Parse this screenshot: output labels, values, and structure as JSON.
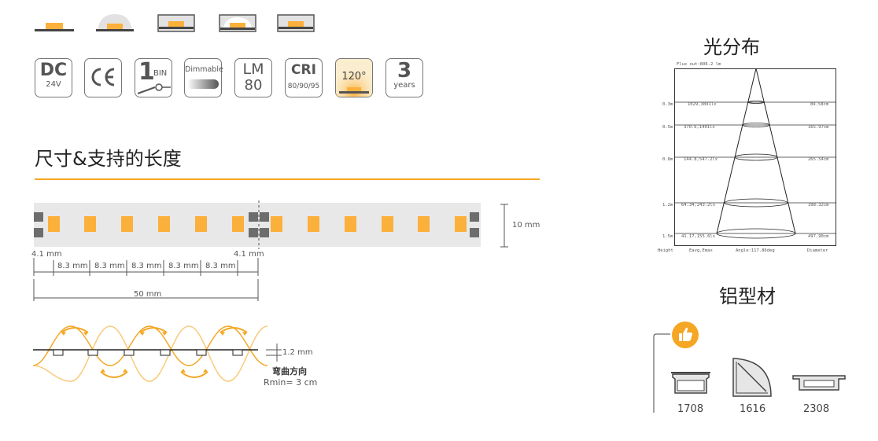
{
  "badges": {
    "dc": {
      "big": "DC",
      "small": "24V"
    },
    "bin": {
      "big": "1",
      "small": "BIN"
    },
    "dimmable": {
      "label": "Dimmable"
    },
    "lm": {
      "big": "LM",
      "value": "80"
    },
    "cri": {
      "big": "CRI",
      "small": "80/90/95"
    },
    "angle": {
      "label": "120°"
    },
    "years": {
      "big": "3",
      "small": "years"
    }
  },
  "dimensions": {
    "title": "尺寸&支持的长度",
    "left_margin": "4.1 mm",
    "right_margin": "4.1 mm",
    "pitch": [
      "8.3 mm",
      "8.3 mm",
      "8.3 mm",
      "8.3 mm",
      "8.3 mm"
    ],
    "cut_length": "50 mm",
    "width": "10 mm",
    "thickness": "1.2 mm",
    "bend_direction": "弯曲方向",
    "rmin": "Rmin= 3 cm"
  },
  "light_distribution": {
    "title": "光分布",
    "flux": "Flux out:806.2 lm",
    "rows": [
      {
        "height": "0.3m",
        "lux": "1029,3891lx",
        "diameter": "89.58cm"
      },
      {
        "height": "0.5m",
        "lux": "370.6,1401lx",
        "diameter": "165.97cm"
      },
      {
        "height": "0.8m",
        "lux": "144.8,547.2lx",
        "diameter": "265.54cm"
      },
      {
        "height": "1.2m",
        "lux": "64.34,243.2lx",
        "diameter": "398.32cm"
      },
      {
        "height": "1.5m",
        "lux": "41.17,155.6lx",
        "diameter": "497.90cm"
      }
    ],
    "footer": {
      "height": "Height",
      "eavg": "Eavg,Emax",
      "angle": "Angle:117.86deg",
      "diameter": "Diameter"
    }
  },
  "profiles": {
    "title": "铝型材",
    "items": [
      "1708",
      "1616",
      "2308"
    ]
  },
  "colors": {
    "accent": "#f5a623",
    "led": "#fbb03b",
    "strip": "#e8e8e8",
    "pad": "#6d6d6d"
  }
}
